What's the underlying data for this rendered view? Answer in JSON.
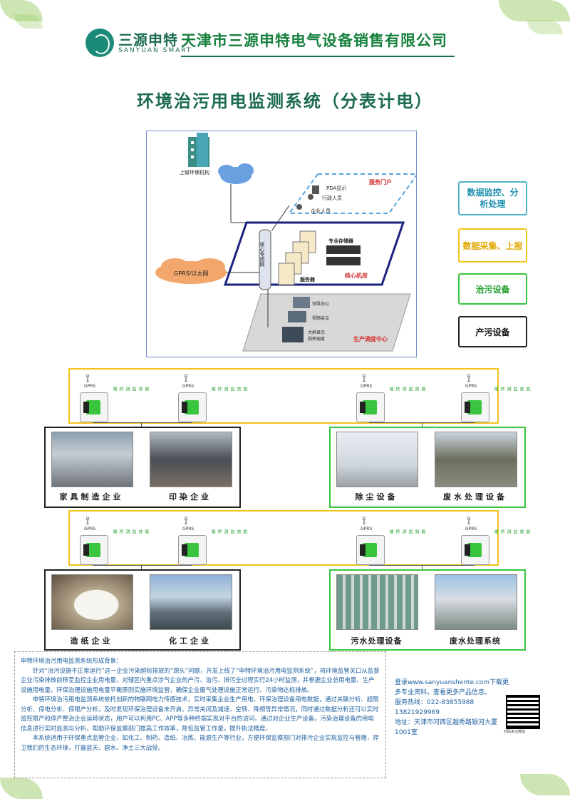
{
  "header": {
    "brand_cn": "三源申特",
    "brand_en": "SANYUAN SMART",
    "company": "天津市三源申特电气设备销售有限公司"
  },
  "title": "环境治污用电监测系统（分表计电）",
  "diagram": {
    "agency": "上级环保机构",
    "portal": "服务门户",
    "pda": "PDA显示",
    "admin": "行政人员",
    "staff": "企业人员",
    "core_net": "核心专用网",
    "storage": "专业存储器",
    "server": "服务器",
    "core_room": "核心机房",
    "gprs": "GPRS/以太网",
    "leader": "领导办公",
    "video": "视频会议",
    "screen": "大屏显示",
    "dispatch": "指挥调度",
    "prod_center": "生产调度中心"
  },
  "legend": [
    {
      "label": "数据监控、分析处理",
      "color": "#4fb3c9",
      "text_color": "#1b8fb0"
    },
    {
      "label": "数据采集、上报",
      "color": "#f0c419",
      "text_color": "#e0a800"
    },
    {
      "label": "治污设备",
      "color": "#39c53e",
      "text_color": "#1e9e2a"
    },
    {
      "label": "产污设备",
      "color": "#222222",
      "text_color": "#111111"
    }
  ],
  "gprs_label": "GPRS",
  "device_label": "能效监测终端",
  "row1": {
    "left": [
      "家具制造企业",
      "印染企业"
    ],
    "right": [
      "除尘设备",
      "废水处理设备"
    ]
  },
  "row2": {
    "left": [
      "造纸企业",
      "化工企业"
    ],
    "right": [
      "污水处理设备",
      "废水处理系统"
    ]
  },
  "desc": {
    "heading": "申特环境治污用电监测系统形成背景：",
    "p1": "针对“治污设施不正常运行”这一企业污染超标排放的“源头”问题，开发上线了“申特环境治污用电监测系统”，将环境监管关口从监督企业污染排放前移至监控企业用电量，对辖区内重点涉气企业的产污、治污、排污全过程实行24小时监测，并根据企业总用电量、生产设施用电量、环保治理设施用电量平衡原则实施环境监管，确保企业废气处理设施正常运行、污染物达标排放。",
    "p2": "申特环境治污用电监测系统依托创新的物联网电力传感技术，实时采集企业生产用电、环保治理设备用电数据，通过关联分析、超限分析、停电分析、停限产分析，及时发现环保治理设备未开启、异常关闭及减速、空转、降频等异常情况，同时通过数据分析还可以实时监控限产和停产整治企业运转状态，用户可以利用PC、APP等多种终端实现对平台的访问。通过对企业生产设备，污染治理设备的用电信息进行实时监测与分析，帮助环保监察部门提高工作效率，降低监管工作量，提升执法精度。",
    "p3": "本系统适用于环保重点监管企业，如化工、制药、造纸、冶炼、能源生产等行业，方便环保监察部门对排污企业实现监控与管理，捍卫我们的生态环境，打赢蓝天、碧水、净土三大战役。"
  },
  "contact": {
    "line1": "登录www.sanyuanshente.com下载更多专业资料，查看更多产品信息。",
    "hotline": "服务热线：022-83855988",
    "mobile": "13821929969",
    "address": "地址：天津市河西区越秀路银河大厦1001室",
    "qr_caption": "扫码关注微信"
  }
}
